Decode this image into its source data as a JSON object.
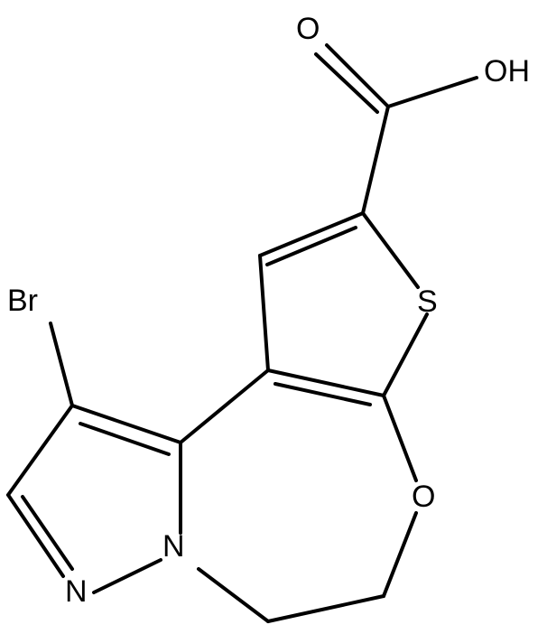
{
  "structure": {
    "atoms": {
      "br": "Br",
      "s": "S",
      "o_ring": "O",
      "o_carbonyl": "O",
      "oh": "OH",
      "n_pyrazole": "N",
      "n_bridge": "N"
    },
    "colors": {
      "bond": "#000000",
      "label": "#000000",
      "background": "#ffffff"
    }
  }
}
